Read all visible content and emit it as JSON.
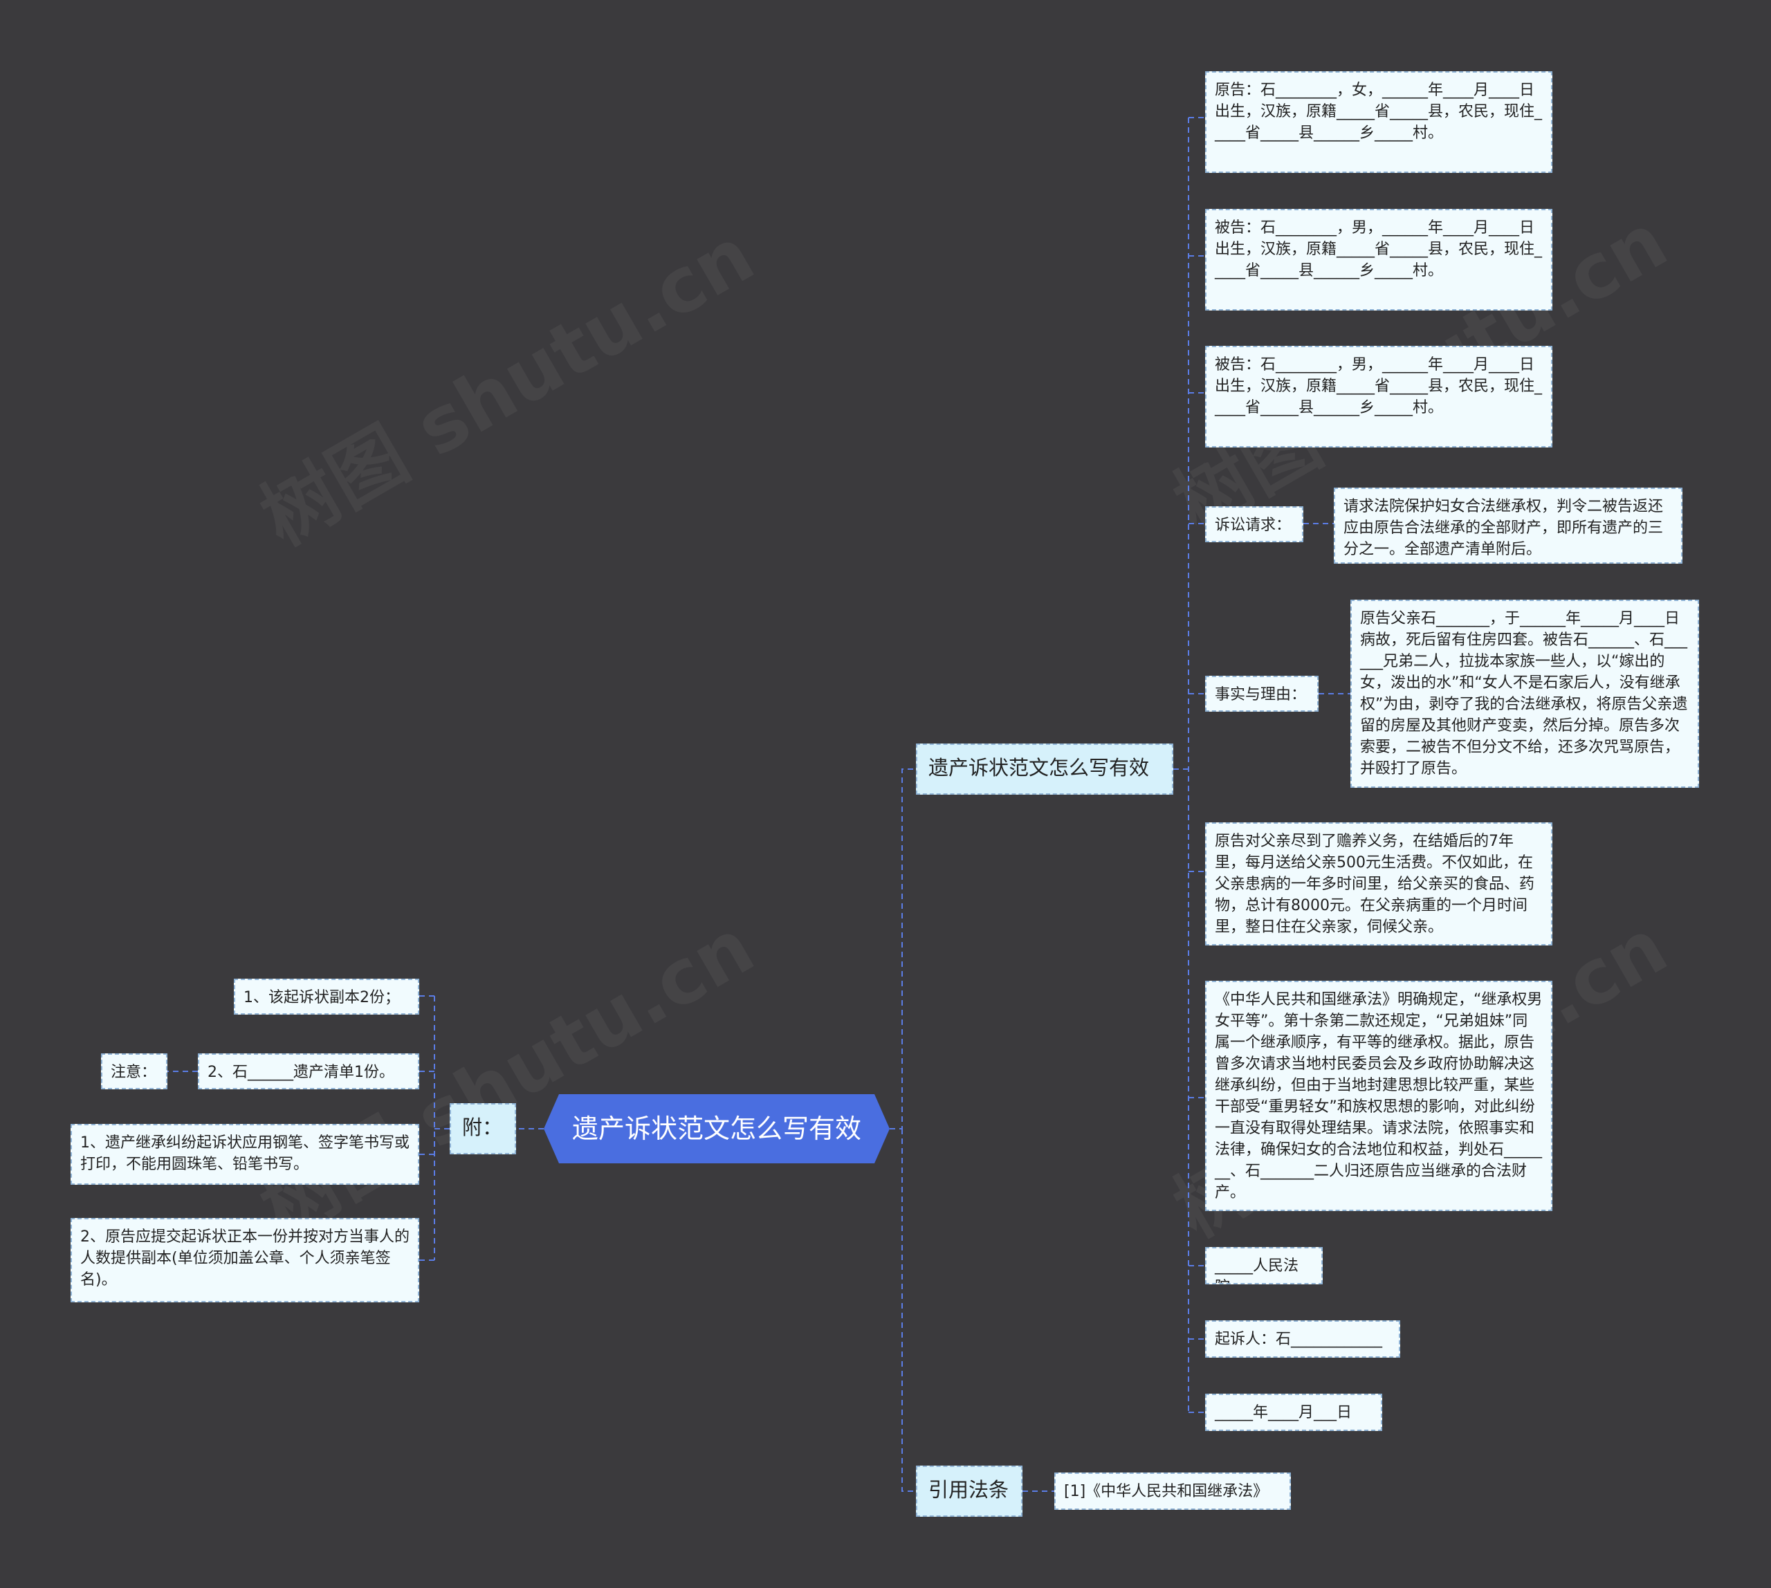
{
  "root": {
    "title": "遗产诉状范文怎么写有效"
  },
  "right_branches": [
    {
      "label": "遗产诉状范文怎么写有效",
      "items": [
        "原告：石________，女，______年____月____日出生，汉族，原籍_____省_____县，农民，现住_____省_____县______乡_____村。",
        "被告：石________，男，______年____月____日出生，汉族，原籍_____省_____县，农民，现住_____省_____县______乡_____村。",
        "被告：石________，男，______年____月____日出生，汉族，原籍_____省_____县，农民，现住_____省_____县______乡_____村。",
        {
          "label": "诉讼请求：",
          "detail": "请求法院保护妇女合法继承权，判令二被告返还应由原告合法继承的全部财产，即所有遗产的三分之一。全部遗产清单附后。"
        },
        {
          "label": "事实与理由：",
          "detail": "原告父亲石_______，于______年_____月____日病故，死后留有住房四套。被告石______、石______兄弟二人，拉拢本家族一些人，以“嫁出的女，泼出的水”和“女人不是石家后人，没有继承权”为由，剥夺了我的合法继承权，将原告父亲遗留的房屋及其他财产变卖，然后分掉。原告多次索要，二被告不但分文不给，还多次咒骂原告，并殴打了原告。"
        },
        "原告对父亲尽到了赡养义务，在结婚后的7年里，每月送给父亲500元生活费。不仅如此，在父亲患病的一年多时间里，给父亲买的食品、药物，总计有8000元。在父亲病重的一个月时间里，整日住在父亲家，伺候父亲。",
        "《中华人民共和国继承法》明确规定，“继承权男女平等”。第十条第二款还规定，“兄弟姐妹”同属一个继承顺序，有平等的继承权。据此，原告曾多次请求当地村民委员会及乡政府协助解决这继承纠纷，但由于当地封建思想比较严重，某些干部受“重男轻女”和族权思想的影响，对此纠纷一直没有取得处理结果。请求法院，依照事实和法律，确保妇女的合法地位和权益，判处石_______、石_______二人归还原告应当继承的合法财产。",
        "_____人民法院",
        "起诉人：石____________",
        "_____年____月___日"
      ]
    },
    {
      "label": "引用法条",
      "items": [
        "[1]《中华人民共和国继承法》"
      ]
    }
  ],
  "left_branch": {
    "label": "附：",
    "items": [
      "1、该起诉状副本2份；",
      {
        "label": "注意：",
        "text": "2、石______遗产清单1份。"
      },
      "1、遗产继承纠纷起诉状应用钢笔、签字笔书写或打印，不能用圆珠笔、铅笔书写。",
      "2、原告应提交起诉状正本一份并按对方当事人的人数提供副本(单位须加盖公章、个人须亲笔签名)。"
    ]
  },
  "colors": {
    "background": "#3b3a3d",
    "root_fill": "#4a6ee0",
    "branch_fill": "#d6f1fb",
    "leaf_fill": "#f1fbfe",
    "connector": "#5b7de6"
  }
}
